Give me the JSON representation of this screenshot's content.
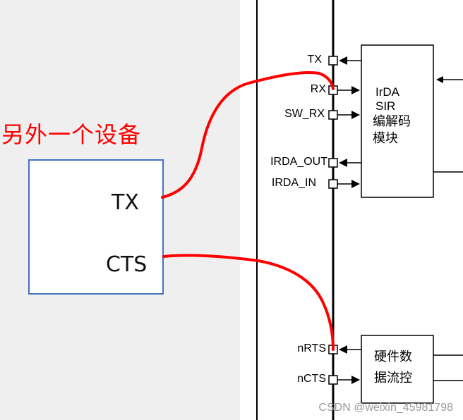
{
  "left_title": "另外一个设备",
  "device": {
    "tx": "TX",
    "cts": "CTS"
  },
  "pins": {
    "tx": "TX",
    "rx": "RX",
    "sw_rx": "SW_RX",
    "irda_out": "IRDA_OUT",
    "irda_in": "IRDA_IN",
    "nrts": "nRTS",
    "ncts": "nCTS"
  },
  "irda_block": {
    "line1": "IrDA",
    "line2": "SIR",
    "line3": "编解码",
    "line4": "模块"
  },
  "flow_block": {
    "line1": "硬件数",
    "line2": "据流控"
  },
  "watermark": "CSDN @weixin_45981798",
  "colors": {
    "wire": "#ff0000",
    "device_border": "#4472c4",
    "title": "#ff0000"
  }
}
